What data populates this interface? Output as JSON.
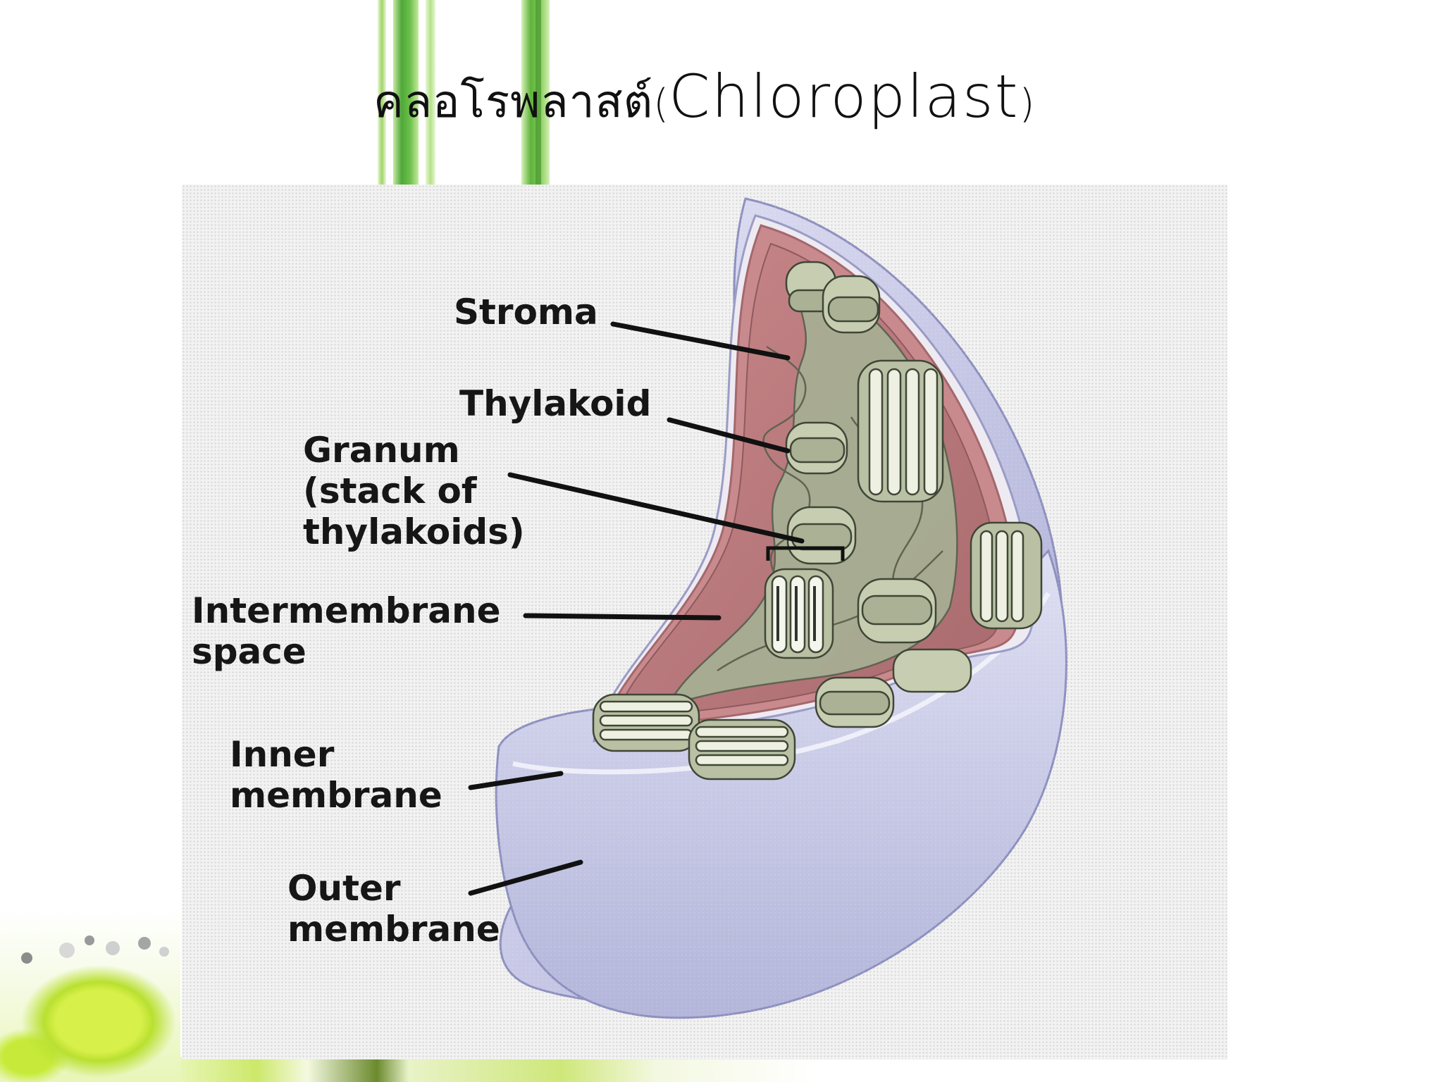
{
  "title": {
    "thai": "คลอโรพลาสต์",
    "open_paren": "(",
    "english": "Chloroplast",
    "close_paren": ")"
  },
  "diagram": {
    "labels": {
      "stroma": "Stroma",
      "thylakoid": "Thylakoid",
      "granum_1": "Granum",
      "granum_2": "(stack of",
      "granum_3": "thylakoids)",
      "intermembrane_1": "Intermembrane",
      "intermembrane_2": "space",
      "inner_1": "Inner",
      "inner_2": "membrane",
      "outer_1": "Outer",
      "outer_2": "membrane"
    },
    "colors": {
      "outer_membrane": "#c7c8e6",
      "inner_membrane": "#c98a8e",
      "stroma": "#b87a7c",
      "thylakoid": "#b7bfa3",
      "leader_line": "#111111"
    }
  }
}
